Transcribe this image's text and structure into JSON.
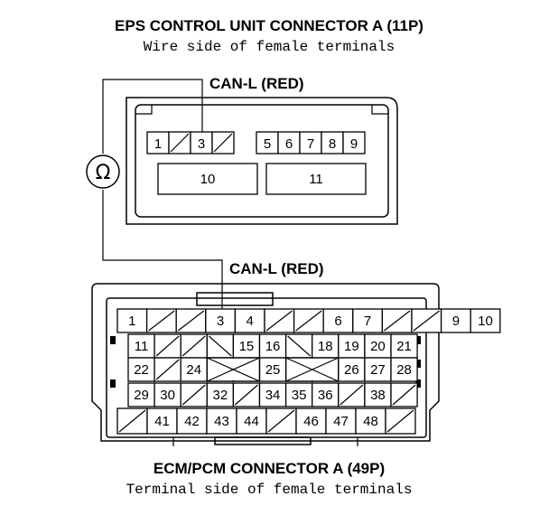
{
  "eps": {
    "title": "EPS CONTROL UNIT CONNECTOR A (11P)",
    "subtitle": "Wire side of female terminals",
    "probe_label": "CAN-L (RED)",
    "row1": [
      "1",
      "",
      "3",
      "",
      "5",
      "6",
      "7",
      "8",
      "9"
    ],
    "row2": [
      "10",
      "11"
    ]
  },
  "meter": {
    "symbol": "Ω"
  },
  "ecm": {
    "title": "ECM/PCM CONNECTOR A (49P)",
    "subtitle": "Terminal side of female terminals",
    "probe_label": "CAN-L (RED)",
    "rows": [
      [
        "1",
        "",
        "",
        "3",
        "4",
        "",
        "",
        "6",
        "7",
        "",
        "",
        "9",
        "10"
      ],
      [
        "11",
        "",
        "",
        "",
        "15",
        "16",
        "",
        "18",
        "19",
        "20",
        "21"
      ],
      [
        "22",
        "",
        "24",
        "",
        "",
        "25",
        "",
        "",
        "26",
        "27",
        "28"
      ],
      [
        "29",
        "30",
        "",
        "32",
        "",
        "34",
        "35",
        "36",
        "",
        "38",
        ""
      ],
      [
        "",
        "41",
        "42",
        "43",
        "44",
        "",
        "46",
        "47",
        "48",
        ""
      ]
    ]
  }
}
